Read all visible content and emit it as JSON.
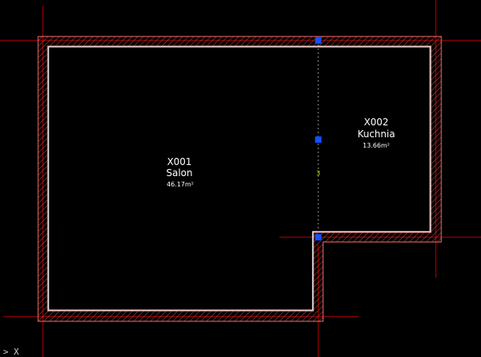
{
  "colors": {
    "background": "#000000",
    "grid_line": "#c00000",
    "wall_outline": "#ff6e6e",
    "wall_hatch": "#b04040",
    "room_boundary": "#d8d8d8",
    "grip": "#1550ff",
    "text": "#ffffff",
    "tag": "#c8d400"
  },
  "rooms": [
    {
      "code": "X001",
      "name": "Salon",
      "area": "46.17m²"
    },
    {
      "code": "X002",
      "name": "Kuchnia",
      "area": "13.66m²"
    }
  ],
  "separator_tag": "3",
  "command_prompt": "> X"
}
